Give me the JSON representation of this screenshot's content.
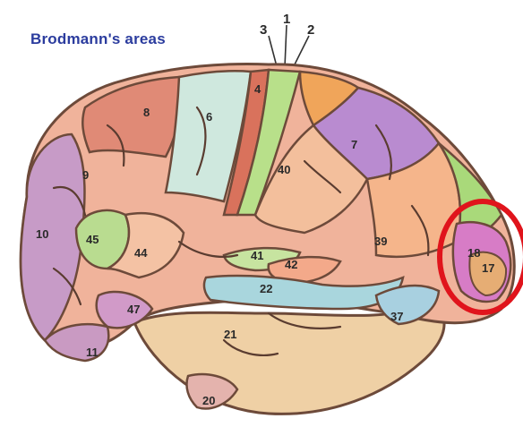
{
  "title": "Brodmann's areas",
  "top_labels": [
    "3",
    "1",
    "2"
  ],
  "areas": [
    {
      "label": "8",
      "color": "#e08a76"
    },
    {
      "label": "6",
      "color": "#cfe8de"
    },
    {
      "label": "4",
      "color": "#d9725c"
    },
    {
      "label": "9",
      "color": "#f0b39b"
    },
    {
      "label": "7",
      "color": "#b98bd0"
    },
    {
      "label": "40",
      "color": "#f3bf9c"
    },
    {
      "label": "10",
      "color": "#c79bc7"
    },
    {
      "label": "45",
      "color": "#b9dc90"
    },
    {
      "label": "44",
      "color": "#f4c2a4"
    },
    {
      "label": "41",
      "color": "#c7e4a0"
    },
    {
      "label": "42",
      "color": "#f3a98a"
    },
    {
      "label": "39",
      "color": "#f5b58b"
    },
    {
      "label": "22",
      "color": "#a9d6dd"
    },
    {
      "label": "47",
      "color": "#d19ac8"
    },
    {
      "label": "11",
      "color": "#c99ac2"
    },
    {
      "label": "37",
      "color": "#a8d0e0"
    },
    {
      "label": "21",
      "color": "#efd0a5"
    },
    {
      "label": "20",
      "color": "#e4b3ad"
    },
    {
      "label": "18",
      "color": "#d77cc6"
    },
    {
      "label": "17",
      "color": "#e6ad74"
    }
  ],
  "highlight_color": "#e0141c"
}
